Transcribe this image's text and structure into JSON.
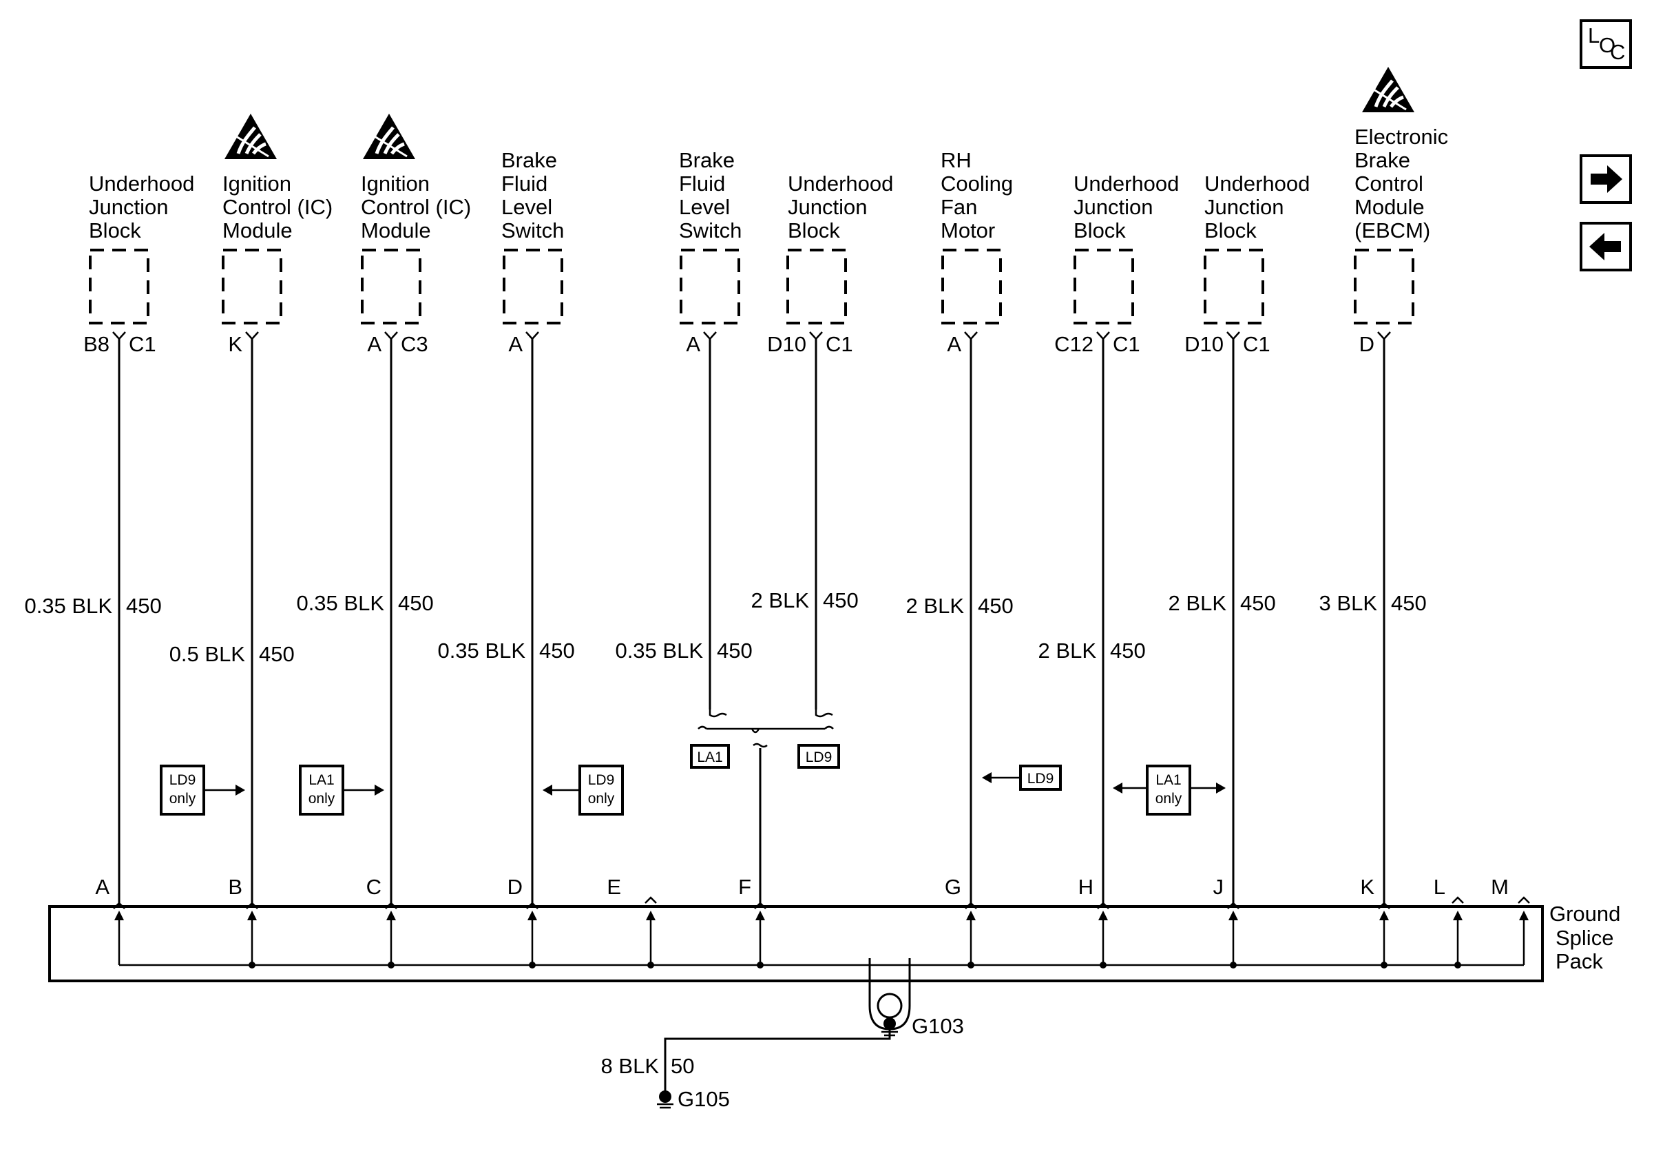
{
  "nav": {
    "loc_label": "L",
    "loc_sub": "O",
    "loc_sub2": "C",
    "next_label": "➡",
    "prev_label": "⬅"
  },
  "components": [
    {
      "lines": [
        "Underhood",
        "Junction",
        "Block"
      ],
      "esd": false,
      "pin": "B8",
      "conn": "C1",
      "wire_gauge": "0.35 BLK",
      "circuit": "450",
      "splice_pin": "A"
    },
    {
      "lines": [
        "Ignition",
        "Control (IC)",
        "Module"
      ],
      "esd": true,
      "pin": "K",
      "conn": "",
      "wire_gauge": "0.5 BLK",
      "circuit": "450",
      "splice_pin": "B"
    },
    {
      "lines": [
        "Ignition",
        "Control (IC)",
        "Module"
      ],
      "esd": true,
      "pin": "A",
      "conn": "C3",
      "wire_gauge": "0.35 BLK",
      "circuit": "450",
      "splice_pin": "C"
    },
    {
      "lines": [
        "Brake",
        "Fluid",
        "Level",
        "Switch"
      ],
      "esd": false,
      "pin": "A",
      "conn": "",
      "wire_gauge": "0.35 BLK",
      "circuit": "450",
      "splice_pin": "D"
    },
    {
      "lines": [
        "Brake",
        "Fluid",
        "Level",
        "Switch"
      ],
      "esd": false,
      "pin": "A",
      "conn": "",
      "wire_gauge": "0.35 BLK",
      "circuit": "450",
      "splice_pin": ""
    },
    {
      "lines": [
        "Underhood",
        "Junction",
        "Block"
      ],
      "esd": false,
      "pin": "D10",
      "conn": "C1",
      "wire_gauge": "2 BLK",
      "circuit": "450",
      "splice_pin": ""
    },
    {
      "lines": [
        "RH",
        "Cooling",
        "Fan",
        "Motor"
      ],
      "esd": false,
      "pin": "A",
      "conn": "",
      "wire_gauge": "2 BLK",
      "circuit": "450",
      "splice_pin": "G"
    },
    {
      "lines": [
        "Underhood",
        "Junction",
        "Block"
      ],
      "esd": false,
      "pin": "C12",
      "conn": "C1",
      "wire_gauge": "2 BLK",
      "circuit": "450",
      "splice_pin": "H"
    },
    {
      "lines": [
        "Underhood",
        "Junction",
        "Block"
      ],
      "esd": false,
      "pin": "D10",
      "conn": "C1",
      "wire_gauge": "2 BLK",
      "circuit": "450",
      "splice_pin": "J"
    },
    {
      "lines": [
        "Electronic",
        "Brake",
        "Control",
        "Module",
        "(EBCM)"
      ],
      "esd": true,
      "pin": "D",
      "conn": "",
      "wire_gauge": "3 BLK",
      "circuit": "450",
      "splice_pin": "K"
    }
  ],
  "options": [
    {
      "line1": "LD9",
      "line2": "only"
    },
    {
      "line1": "LA1",
      "line2": "only"
    },
    {
      "line1": "LD9",
      "line2": "only"
    },
    {
      "line1": "LA1",
      "line2": ""
    },
    {
      "line1": "LD9",
      "line2": ""
    },
    {
      "line1": "LD9",
      "line2": ""
    },
    {
      "line1": "LA1",
      "line2": "only"
    }
  ],
  "splice": {
    "name_lines": [
      "Ground",
      "Splice",
      "Pack"
    ],
    "pin_e": "E",
    "pin_f": "F",
    "pin_l": "L",
    "pin_m": "M"
  },
  "ground": {
    "g103": "G103",
    "g105": "G105",
    "wire_gauge": "8 BLK",
    "circuit": "50"
  }
}
